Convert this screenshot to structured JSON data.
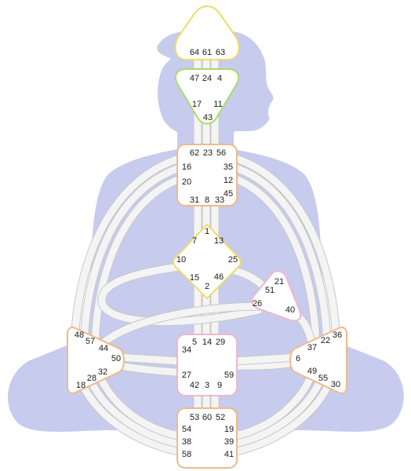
{
  "colors": {
    "background": "#ffffff",
    "body_silhouette": "#c7cbee",
    "channel_fill": "#f4f4f4",
    "channel_outline": "#c8c8c8",
    "center_fill": "#ffffff",
    "head_border": "#eedd66",
    "ajna_border": "#a6dd66",
    "throat_border": "#f0b988",
    "g_center_border": "#eedd66",
    "spleen_border": "#f0b988",
    "heart_border": "#eeb7cc",
    "sacral_border": "#eeb7cc",
    "solar_plexus_border": "#f0b988",
    "root_border": "#f0b988"
  },
  "centers": {
    "head": {
      "shape": "triangle-up",
      "gates": [
        "64",
        "61",
        "63"
      ]
    },
    "ajna": {
      "shape": "triangle-down",
      "gates": [
        "47",
        "24",
        "4",
        "17",
        "11",
        "43"
      ]
    },
    "throat": {
      "shape": "square",
      "gates": [
        "62",
        "23",
        "56",
        "16",
        "35",
        "20",
        "12",
        "45",
        "31",
        "8",
        "33"
      ]
    },
    "g_center": {
      "shape": "diamond",
      "gates": [
        "1",
        "7",
        "13",
        "10",
        "25",
        "15",
        "46",
        "2"
      ]
    },
    "heart": {
      "shape": "triangle",
      "gates": [
        "21",
        "51",
        "26",
        "40"
      ]
    },
    "spleen": {
      "shape": "triangle",
      "gates": [
        "48",
        "57",
        "44",
        "50",
        "32",
        "28",
        "18"
      ]
    },
    "sacral": {
      "shape": "square",
      "gates": [
        "5",
        "14",
        "29",
        "34",
        "27",
        "42",
        "3",
        "9",
        "59"
      ]
    },
    "solar_plexus": {
      "shape": "triangle",
      "gates": [
        "36",
        "22",
        "37",
        "6",
        "49",
        "55",
        "30"
      ]
    },
    "root": {
      "shape": "square",
      "gates": [
        "53",
        "60",
        "52",
        "54",
        "19",
        "38",
        "39",
        "58",
        "41"
      ]
    }
  }
}
